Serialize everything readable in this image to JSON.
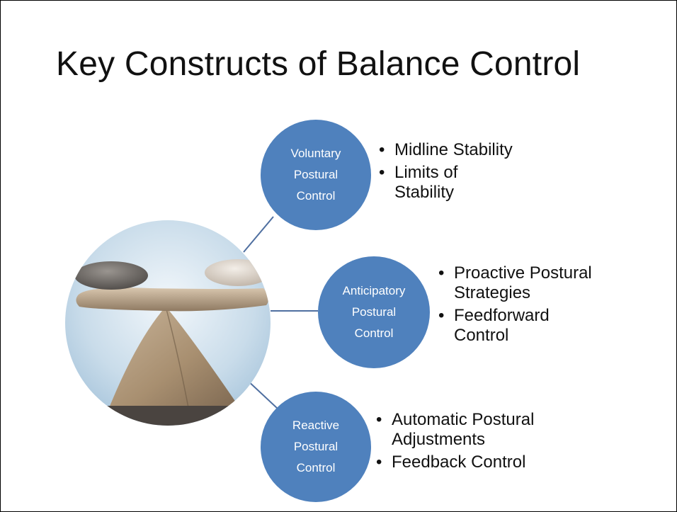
{
  "slide": {
    "title": "Key Constructs of Balance Control"
  },
  "image": {
    "description_icon": "balanced-stones-image"
  },
  "nodes": [
    {
      "lines": [
        "Voluntary",
        "Postural",
        "Control"
      ],
      "bullets": [
        "Midline Stability",
        "Limits of Stability"
      ]
    },
    {
      "lines": [
        "Anticipatory",
        "Postural",
        "Control"
      ],
      "bullets": [
        "Proactive Postural Strategies",
        "Feedforward Control"
      ]
    },
    {
      "lines": [
        "Reactive",
        "Postural",
        "Control"
      ],
      "bullets": [
        "Automatic Postural Adjustments",
        "Feedback Control"
      ]
    }
  ],
  "colors": {
    "node_fill": "#4f81bd",
    "connector": "#4f6fa0",
    "text": "#111111"
  }
}
